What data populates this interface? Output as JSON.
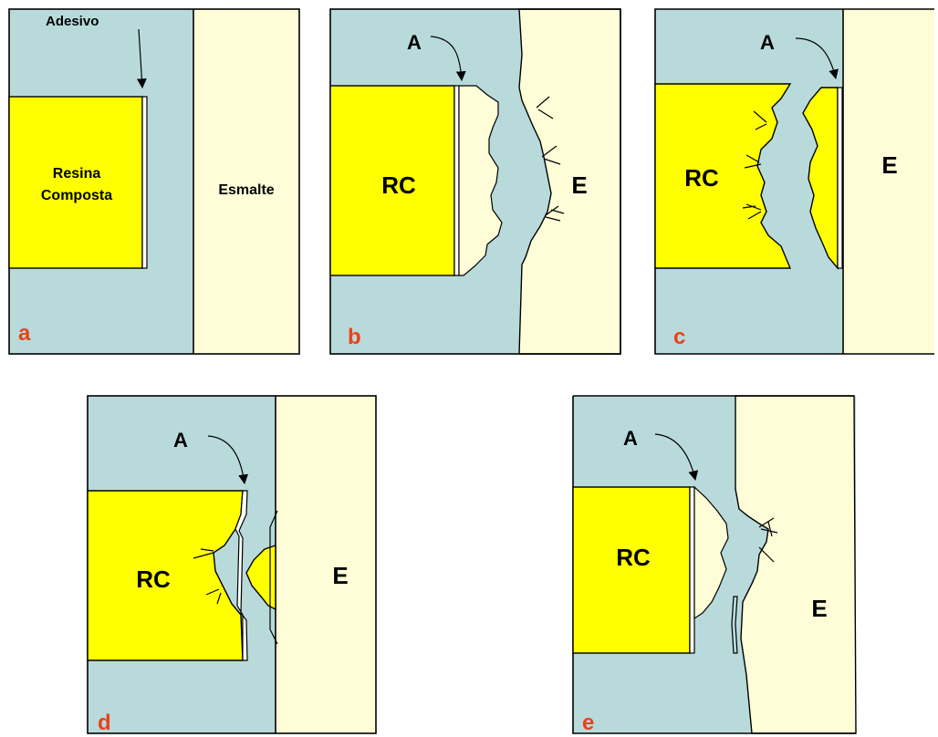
{
  "colors": {
    "background_fluid": "#b9dadb",
    "composite_resin": "#ffff00",
    "enamel": "#fefdd8",
    "adhesive": "#ffffff",
    "panel_letter": "#e8431c",
    "stroke": "#000000"
  },
  "panels": {
    "a": {
      "letter": "a",
      "adhesive_label": "Adesivo",
      "resin_label_line1": "Resina",
      "resin_label_line2": "Composta",
      "enamel_label": "Esmalte"
    },
    "b": {
      "letter": "b",
      "adhesive_label": "A",
      "resin_label": "RC",
      "enamel_label": "E"
    },
    "c": {
      "letter": "c",
      "adhesive_label": "A",
      "resin_label": "RC",
      "enamel_label": "E"
    },
    "d": {
      "letter": "d",
      "adhesive_label": "A",
      "resin_label": "RC",
      "enamel_label": "E"
    },
    "e": {
      "letter": "e",
      "adhesive_label": "A",
      "resin_label": "RC",
      "enamel_label": "E"
    }
  }
}
